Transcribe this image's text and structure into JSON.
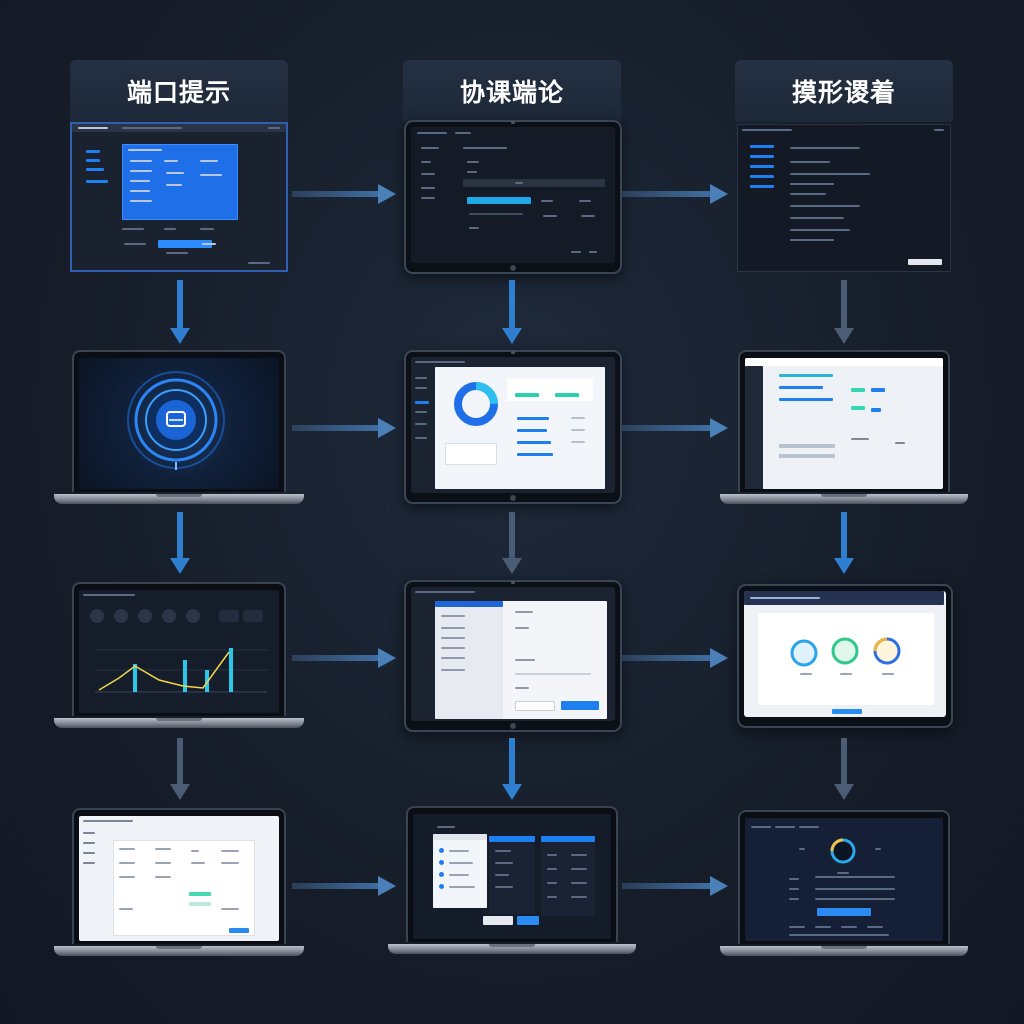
{
  "columns": [
    {
      "id": "col-1",
      "title": "端口提示"
    },
    {
      "id": "col-2",
      "title": "协课端论"
    },
    {
      "id": "col-3",
      "title": "摸形谡着"
    }
  ],
  "colors": {
    "background": "#161d29",
    "header_box": "#243142",
    "accent_blue": "#1f7ff0",
    "accent_teal": "#29c5e8",
    "arrow_blue": "#2f7fd0",
    "arrow_dim": "#4b5d74"
  },
  "grid": {
    "rows": 4,
    "cols": 3
  },
  "icons": [
    "monitor-icon",
    "gauge-icon",
    "donut-chart-icon",
    "arrow-right-icon",
    "arrow-down-icon"
  ]
}
